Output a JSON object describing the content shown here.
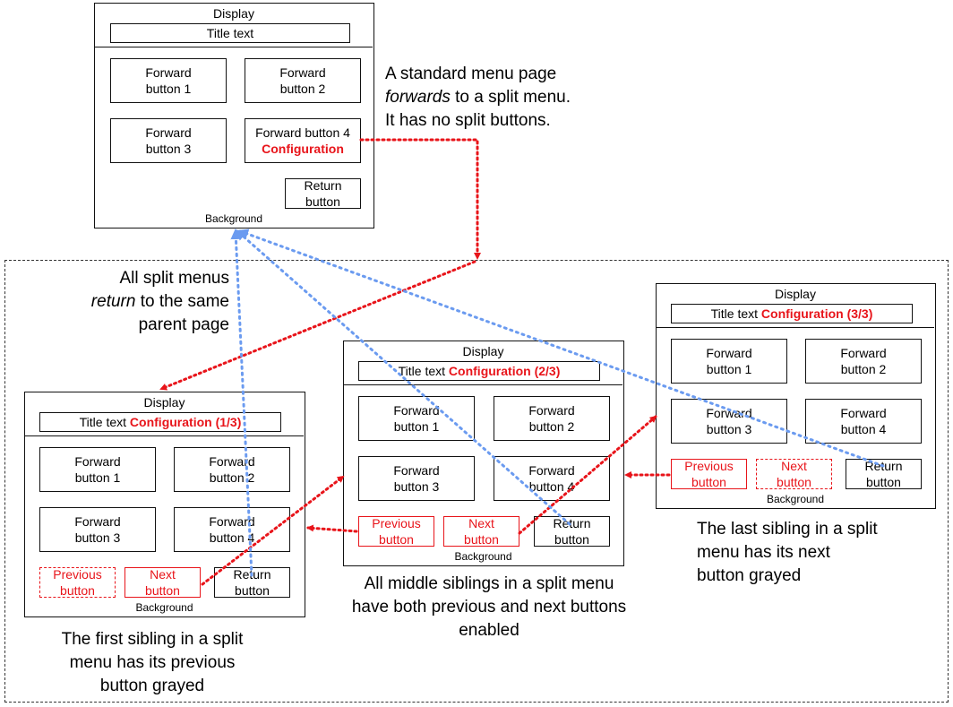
{
  "common": {
    "display": "Display",
    "title_text": "Title text",
    "background": "Background",
    "fwd1": "Forward\nbutton 1",
    "fwd2": "Forward\nbutton 2",
    "fwd3": "Forward\nbutton 3",
    "fwd4": "Forward\nbutton 4",
    "fwd4_top": "Forward button 4",
    "return": "Return\nbutton",
    "previous": "Previous\nbutton",
    "next": "Next\nbutton"
  },
  "top_menu": {
    "config": "Configuration"
  },
  "split1": {
    "config": "Configuration (1/3)"
  },
  "split2": {
    "config": "Configuration (2/3)"
  },
  "split3": {
    "config": "Configuration (3/3)"
  },
  "notes": {
    "forward": [
      "A standard menu page",
      "forwards",
      " to a split menu.",
      "It has no split buttons."
    ],
    "return": [
      "All split menus",
      "return",
      " to the same",
      "parent page"
    ],
    "first": "The first sibling in a split\nmenu has its previous\nbutton grayed",
    "middle": "All middle siblings in a split menu\nhave both previous and next buttons\nenabled",
    "last": "The last sibling in a split\nmenu has its next\nbutton grayed"
  },
  "colors": {
    "red": "#e8141a",
    "blue": "#6b9bf0",
    "black": "#111111"
  }
}
